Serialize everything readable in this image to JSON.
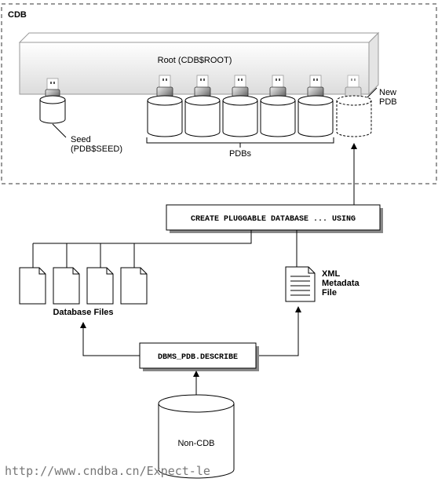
{
  "cdb_title": "CDB",
  "root_label": "Root (CDB$ROOT)",
  "seed_label_line1": "Seed",
  "seed_label_line2": "(PDB$SEED)",
  "pdbs_label": "PDBs",
  "new_pdb_line1": "New",
  "new_pdb_line2": "PDB",
  "create_stmt": "CREATE PLUGGABLE DATABASE ... USING",
  "xml_line1": "XML",
  "xml_line2": "Metadata",
  "xml_line3": "File",
  "database_files_label": "Database Files",
  "describe_stmt": "DBMS_PDB.DESCRIBE",
  "noncdb_label": "Non-CDB",
  "watermark": "http://www.cndba.cn/Expect-le"
}
